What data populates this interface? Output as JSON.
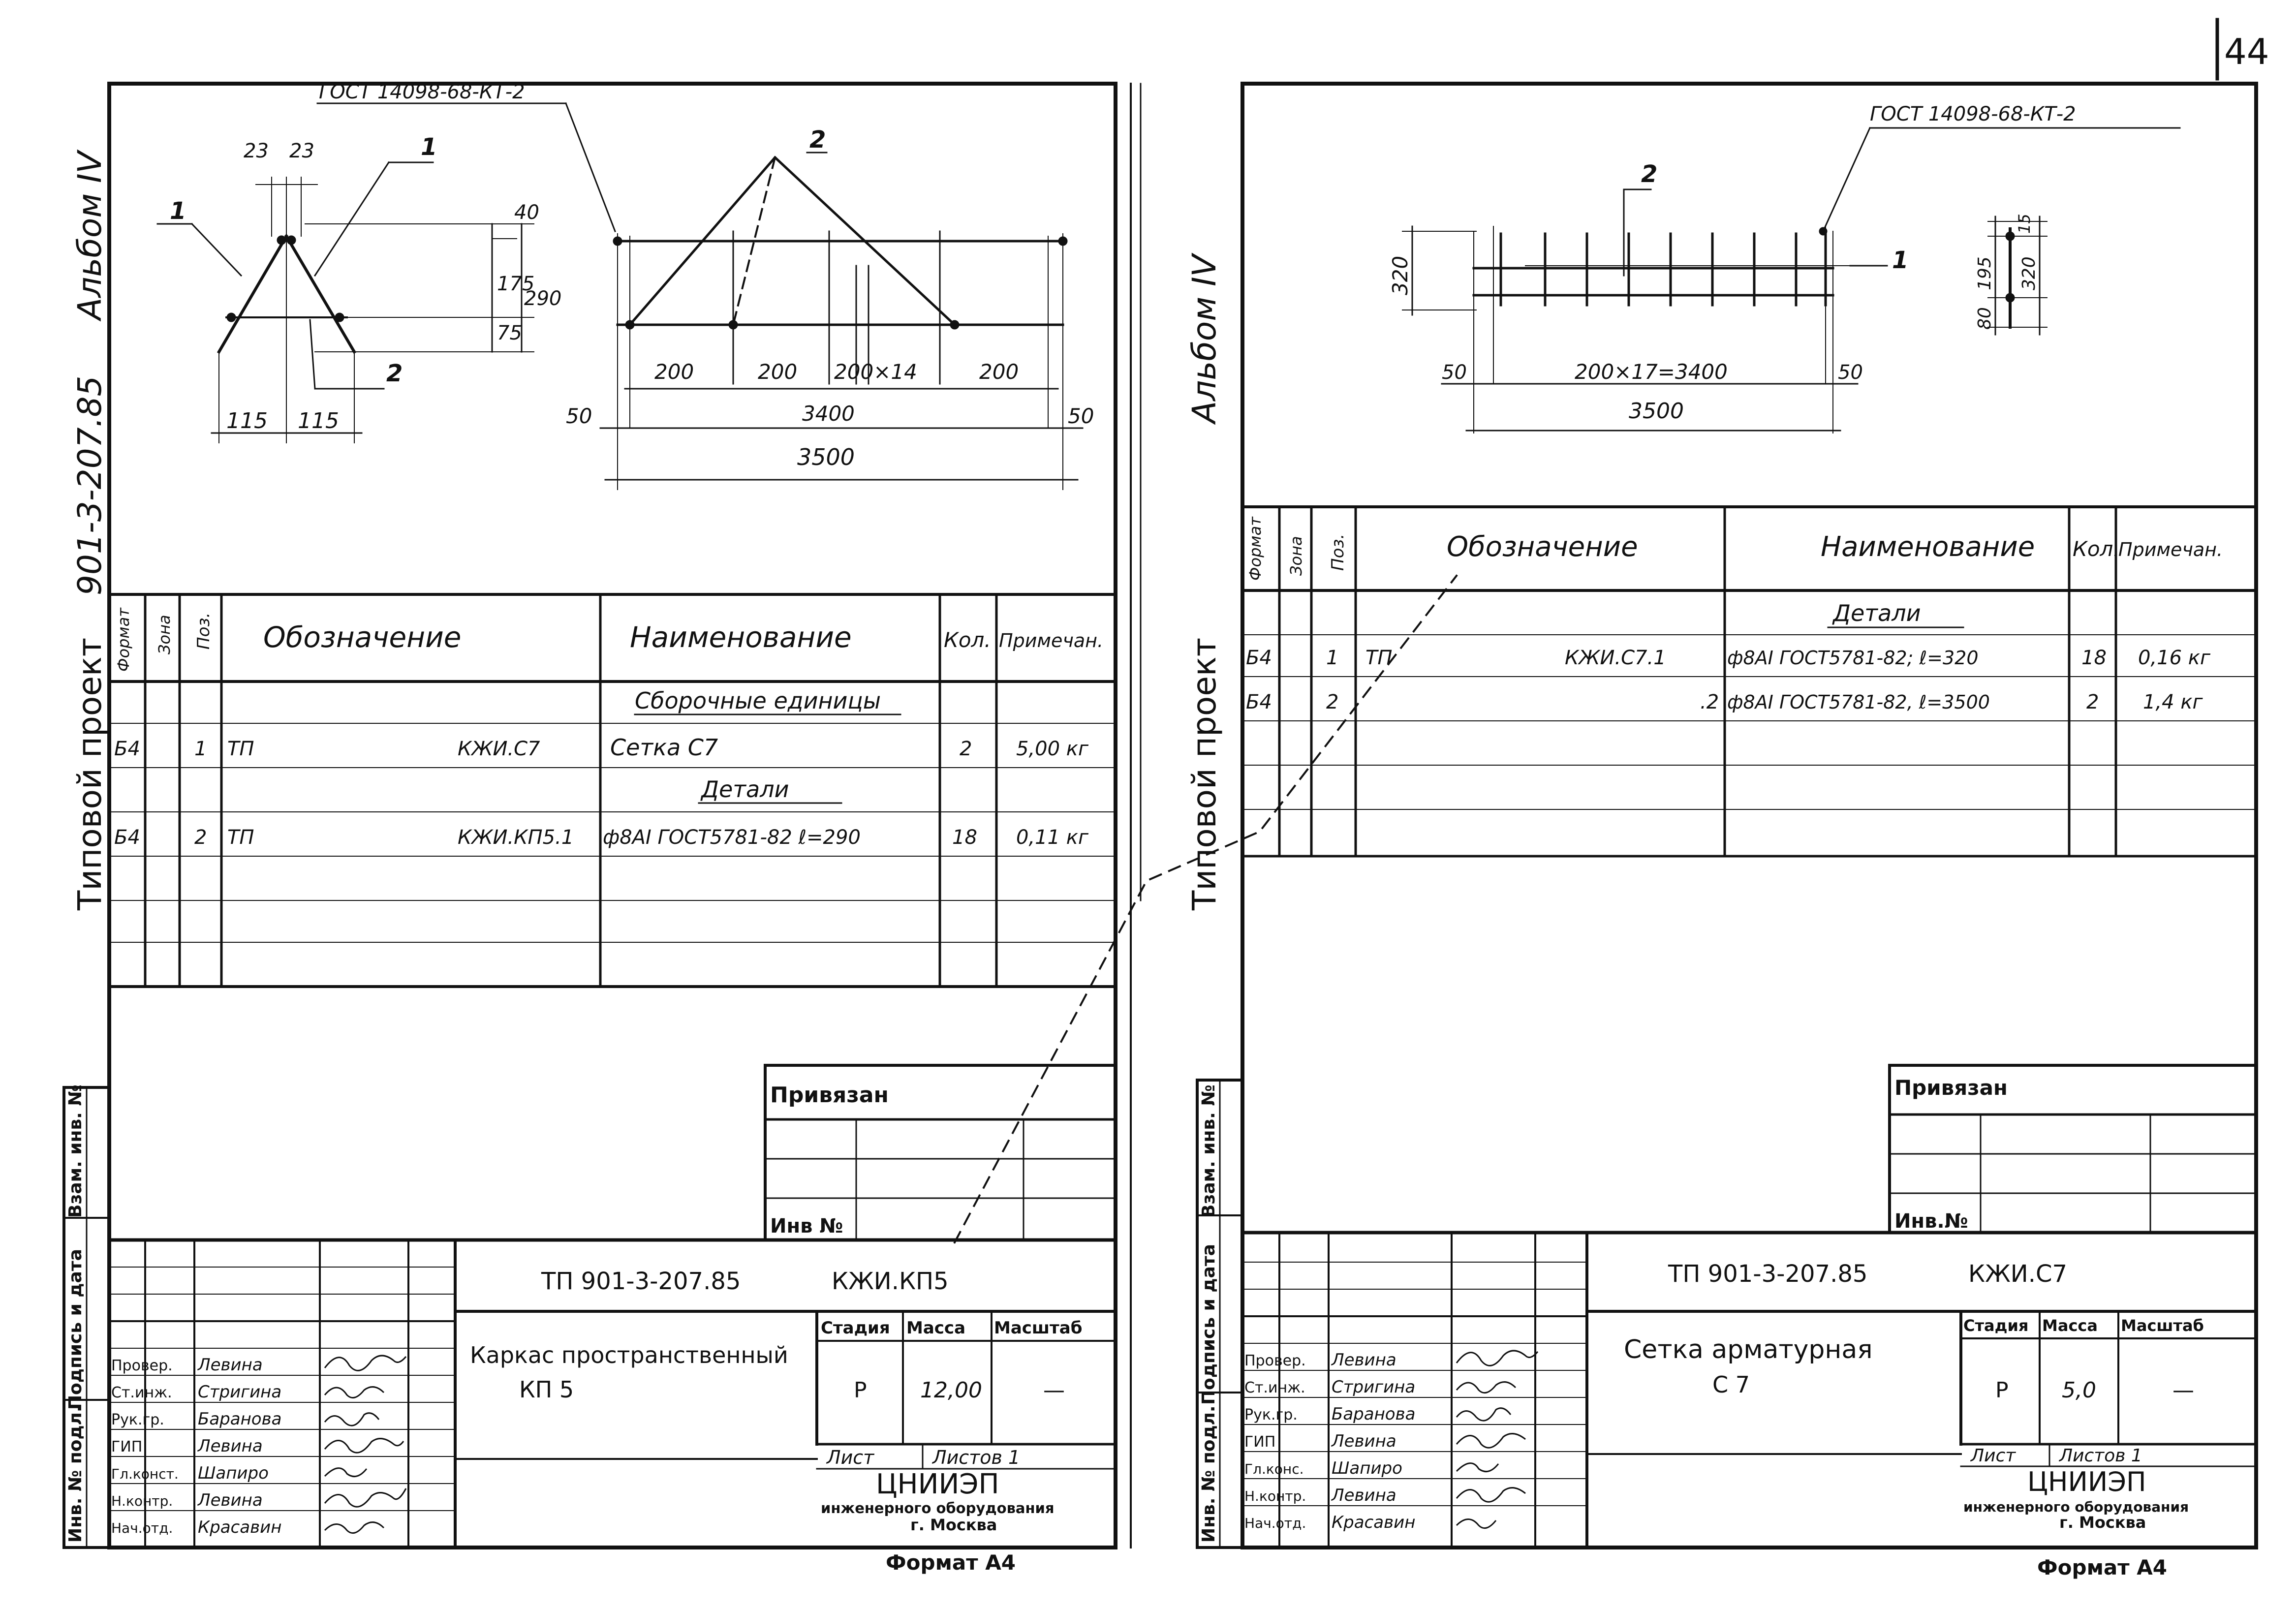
{
  "page_number": "44",
  "left": {
    "vertical_title": {
      "prefix": "Типовой проект",
      "code": "901-3-207.85",
      "album": "Альбом IV"
    },
    "side_stamp": [
      "Инв. № подл.",
      "Подпись и дата",
      "Взам. инв. №"
    ],
    "drawing": {
      "gost_label": "ГОСТ 14098-68-КТ-2",
      "section_dims": [
        "23",
        "23",
        "40",
        "175",
        "290",
        "75",
        "115",
        "115"
      ],
      "section_positions": [
        "1",
        "1",
        "2"
      ],
      "elevation_position": "2",
      "elevation_dims": [
        "200",
        "200",
        "200×14",
        "200",
        "3400",
        "3500",
        "50",
        "50"
      ]
    },
    "spec_headers": {
      "format": "Формат",
      "zone": "Зона",
      "pos": "Поз.",
      "designation": "Обозначение",
      "name": "Наименование",
      "qty": "Кол.",
      "note": "Примечан."
    },
    "spec_rows": [
      {
        "format": "",
        "zone": "",
        "pos": "",
        "desig_a": "",
        "desig_b": "",
        "name": "Сборочные единицы",
        "qty": "",
        "note": ""
      },
      {
        "format": "Б4",
        "zone": "",
        "pos": "1",
        "desig_a": "ТП",
        "desig_b": "КЖИ.С7",
        "name": "Сетка С7",
        "qty": "2",
        "note": "5,00 кг"
      },
      {
        "format": "",
        "zone": "",
        "pos": "",
        "desig_a": "",
        "desig_b": "",
        "name": "Детали",
        "qty": "",
        "note": ""
      },
      {
        "format": "Б4",
        "zone": "",
        "pos": "2",
        "desig_a": "ТП",
        "desig_b": "КЖИ.КП5.1",
        "name": "ф8АI ГОСТ5781-82 ℓ=290",
        "qty": "18",
        "note": "0,11 кг"
      }
    ],
    "privyazan": "Привязан",
    "inv_no": "Инв №",
    "doc_code": "ТП 901-3-207.85",
    "doc_mark": "КЖИ.КП5",
    "title": "Каркас пространственный",
    "title_mark": "КП 5",
    "stage_headers": [
      "Стадия",
      "Масса",
      "Масштаб"
    ],
    "stage_values": [
      "Р",
      "12,00",
      "—"
    ],
    "sheet_label": "Лист",
    "sheets_label": "Листов 1",
    "org_name": "ЦНИИЭП",
    "org_sub": "инженерного оборудования",
    "org_city": "г. Москва",
    "format": "Формат А4",
    "signers": [
      {
        "role": "Провер.",
        "name": "Левина"
      },
      {
        "role": "Ст.инж.",
        "name": "Стригина"
      },
      {
        "role": "Рук.гр.",
        "name": "Баранова"
      },
      {
        "role": "ГИП",
        "name": "Левина"
      },
      {
        "role": "Гл.конст.",
        "name": "Шапиро"
      },
      {
        "role": "Н.контр.",
        "name": "Левина"
      },
      {
        "role": "Нач.отд.",
        "name": "Красавин"
      }
    ]
  },
  "right": {
    "vertical_title": {
      "prefix": "Типовой проект",
      "album": "Альбом IV"
    },
    "side_stamp": [
      "Инв. № подл.",
      "Подпись и дата",
      "Взам. инв. №"
    ],
    "drawing": {
      "gost_label": "ГОСТ 14098-68-КТ-2",
      "positions": [
        "2",
        "1"
      ],
      "plan_dims": [
        "320",
        "50",
        "200×17=3400",
        "50",
        "3500"
      ],
      "section_dims": [
        "15",
        "195",
        "80",
        "320"
      ]
    },
    "spec_headers": {
      "format": "Формат",
      "zone": "Зона",
      "pos": "Поз.",
      "designation": "Обозначение",
      "name": "Наименование",
      "qty": "Кол.",
      "note": "Примечан."
    },
    "spec_rows": [
      {
        "format": "",
        "zone": "",
        "pos": "",
        "desig_a": "",
        "desig_b": "",
        "name": "Детали",
        "qty": "",
        "note": ""
      },
      {
        "format": "Б4",
        "zone": "",
        "pos": "1",
        "desig_a": "ТП",
        "desig_b": "КЖИ.С7.1",
        "name": "ф8АI ГОСТ5781-82; ℓ=320",
        "qty": "18",
        "note": "0,16 кг"
      },
      {
        "format": "Б4",
        "zone": "",
        "pos": "2",
        "desig_a": "",
        "desig_b": ".2",
        "name": "ф8АI ГОСТ5781-82, ℓ=3500",
        "qty": "2",
        "note": "1,4 кг"
      }
    ],
    "privyazan": "Привязан",
    "inv_no": "Инв.№",
    "doc_code": "ТП 901-3-207.85",
    "doc_mark": "КЖИ.С7",
    "title": "Сетка арматурная",
    "title_mark": "С 7",
    "stage_headers": [
      "Стадия",
      "Масса",
      "Масштаб"
    ],
    "stage_values": [
      "Р",
      "5,0",
      "—"
    ],
    "sheet_label": "Лист",
    "sheets_label": "Листов 1",
    "org_name": "ЦНИИЭП",
    "org_sub": "инженерного оборудования",
    "org_city": "г. Москва",
    "format": "Формат А4",
    "signers": [
      {
        "role": "Провер.",
        "name": "Левина"
      },
      {
        "role": "Ст.инж.",
        "name": "Стригина"
      },
      {
        "role": "Рук.гр.",
        "name": "Баранова"
      },
      {
        "role": "ГИП",
        "name": "Левина"
      },
      {
        "role": "Гл.конс.",
        "name": "Шапиро"
      },
      {
        "role": "Н.контр.",
        "name": "Левина"
      },
      {
        "role": "Нач.отд.",
        "name": "Красавин"
      }
    ]
  }
}
